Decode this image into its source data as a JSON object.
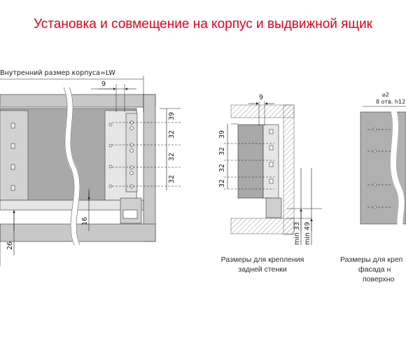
{
  "title": "Установка и совмещение на корпус и выдвижной ящик",
  "left_view": {
    "inner_label": "Внутренний размер корпуса=LW",
    "dim_9": "9",
    "dim_39": "39",
    "dim_32a": "32",
    "dim_32b": "32",
    "dim_32c": "32",
    "dim_16": "16",
    "dim_26": "26"
  },
  "middle_view": {
    "dim_9": "9",
    "dim_39": "39",
    "dim_32a": "32",
    "dim_32b": "32",
    "dim_32c": "32",
    "dim_min33": "min 33",
    "dim_min49": "min 49",
    "caption_line1": "Размеры для крепления",
    "caption_line2": "задней стенки"
  },
  "right_view": {
    "hole_dia": "⌀2",
    "hole_spec": "8 отв. h12",
    "caption_line1": "Размеры для креп",
    "caption_line2": "фасада н",
    "caption_line3": "поверхно"
  },
  "colors": {
    "title": "#e2001a",
    "panel_gray": "#a9a9a9",
    "wall_gray": "#c8c8c8",
    "line": "#1a1a1a"
  }
}
